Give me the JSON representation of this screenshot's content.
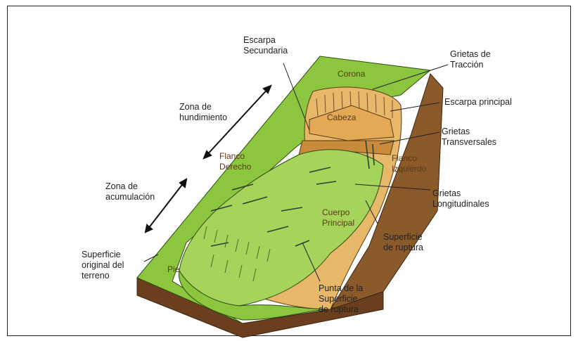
{
  "labels": {
    "escarpa_secundaria": "Escarpa\nSecundaria",
    "grietas_traccion": "Grietas de\nTracción",
    "corona": "Corona",
    "escarpa_principal": "Escarpa principal",
    "cabeza": "Cabeza",
    "grietas_transversales": "Grietas\nTransversales",
    "zona_hundimiento": "Zona de\nhundimiento",
    "flanco_derecho": "Flanco\nDerecho",
    "flanco_izquierdo": "Flanco\nIzquierdo",
    "zona_acumulacion": "Zona de\nacumulación",
    "grietas_longitudinales": "Grietas\nLongitudinales",
    "cuerpo_principal": "Cuerpo\nPrincipal",
    "superficie_ruptura": "Superficie\nde ruptura",
    "superficie_original": "Superficie\noriginal del\nterreno",
    "pie": "Pie",
    "punta_superficie": "Punta de la\nSuperficie\nde ruptura"
  },
  "colors": {
    "slope_green": "#8cc63f",
    "soil_brown": "#8b5a2b",
    "dark_brown": "#6b3f1d",
    "scarp_tan": "#e8b86a",
    "body_green": "#a6d45a"
  }
}
